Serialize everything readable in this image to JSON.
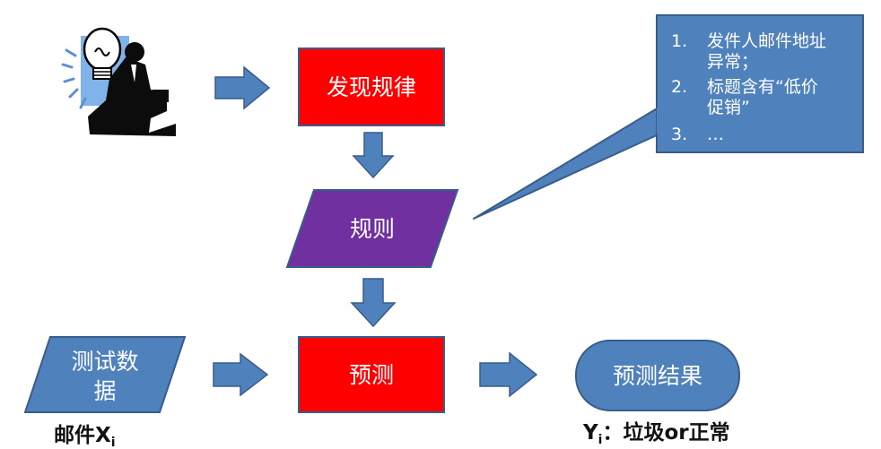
{
  "colors": {
    "blue": "#4f81bd",
    "blue_stroke": "#385d8a",
    "red": "#ff0000",
    "purple": "#7030a0",
    "white": "#ffffff",
    "black": "#111111"
  },
  "icon": {
    "name": "lightbulb-businessman-icon"
  },
  "nodes": {
    "discover": {
      "label": "发现规律"
    },
    "rules": {
      "label": "规则"
    },
    "predict": {
      "label": "预测"
    },
    "test_data": {
      "line1": "测试数",
      "line2": "据"
    },
    "result": {
      "label": "预测结果"
    }
  },
  "callout": {
    "items": [
      {
        "num": "1.",
        "line1": "发件人邮件地址",
        "line2": "异常；"
      },
      {
        "num": "2.",
        "line1": "标题含有“低价",
        "line2": "促销”"
      },
      {
        "num": "3.",
        "line1": "…",
        "line2": ""
      }
    ]
  },
  "captions": {
    "input": {
      "text": "邮件X",
      "sub": "i"
    },
    "output": {
      "var": "Y",
      "sub": "i",
      "text": "：垃圾or正常"
    }
  }
}
